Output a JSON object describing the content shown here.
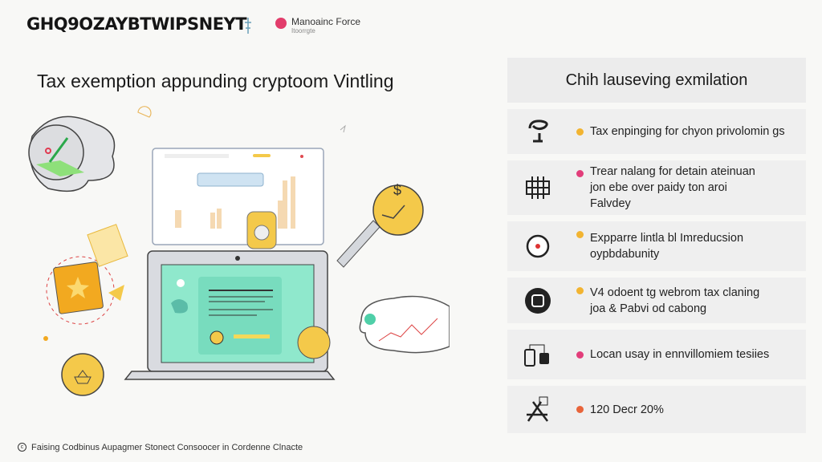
{
  "header": {
    "brand": "GHQ9OZAYBTWIPSNEYT",
    "partner_name": "Manoainc Force",
    "partner_sub": "Itoorrgte"
  },
  "headline": "Tax exemption appunding cryptoom Vintling",
  "panel": {
    "title": "Chih lauseving exmilation",
    "items": [
      {
        "icon": "plug-icon",
        "bullet_color": "#f2b431",
        "lines": [
          "Tax enpinging for chyon privolomin gs"
        ]
      },
      {
        "icon": "grid-icon",
        "bullet_color": "#e23d7a",
        "lines": [
          "Trear nalang for detain ateinuan",
          "jon ebe over paidy ton aroi",
          "Falvdey"
        ]
      },
      {
        "icon": "gauge-icon",
        "bullet_color": "#f2b431",
        "lines": [
          "Expparre lintla bl Imreducsion",
          "oypbdabunity"
        ]
      },
      {
        "icon": "cloud-badge-icon",
        "bullet_color": "#f2b431",
        "lines": [
          "V4 odoent tg webrom tax claning",
          "joa & Pabvi od cabong"
        ]
      },
      {
        "icon": "devices-icon",
        "bullet_color": "#e23d7a",
        "lines": [
          "Locan usay in ennvillomiem tesiies"
        ]
      },
      {
        "icon": "tools-icon",
        "bullet_color": "#e8643a",
        "lines": [
          "120 Decr 20%"
        ]
      }
    ]
  },
  "footer": "Faising Codbinus  Aupagmer Stonect Consoocer in Cordenne Clnacte"
}
